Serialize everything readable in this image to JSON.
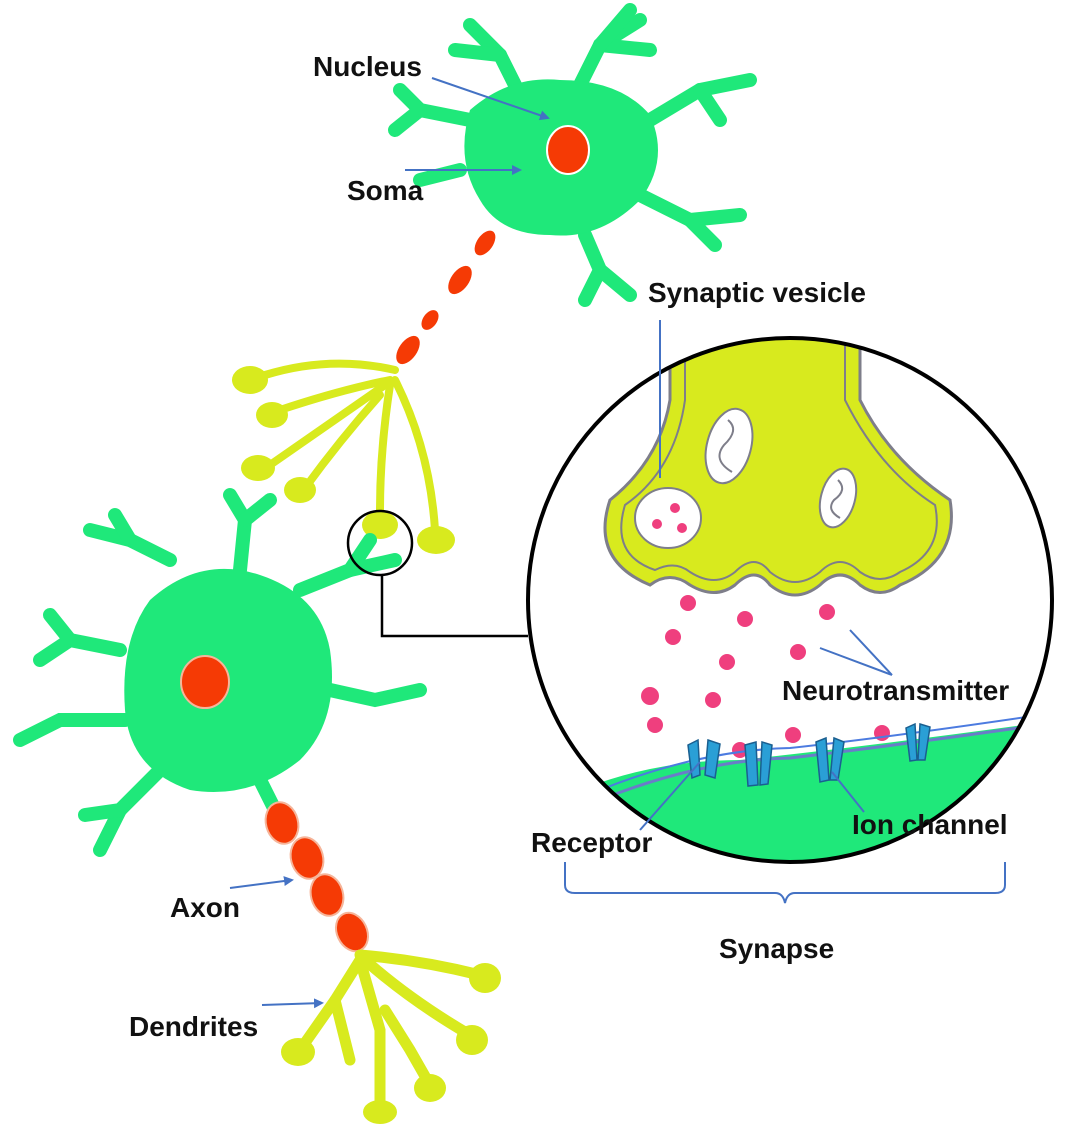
{
  "labels": {
    "nucleus": "Nucleus",
    "soma": "Soma",
    "synaptic_vesicle": "Synaptic vesicle",
    "neurotransmitter": "Neurotransmitter",
    "receptor": "Receptor",
    "ion_channel": "Ion channel",
    "synapse": "Synapse",
    "axon": "Axon",
    "dendrites": "Dendrites"
  },
  "colors": {
    "cell_body": "#1fe87a",
    "nucleus": "#f53a05",
    "terminal": "#d8ea1e",
    "neurotransmitter": "#ef3f7e",
    "ion_channel": "#2a9fd6",
    "arrow": "#4472c4",
    "outline": "#000000"
  },
  "icons": [
    "arrow-icon",
    "bracket-icon",
    "zoom-circle-icon"
  ]
}
